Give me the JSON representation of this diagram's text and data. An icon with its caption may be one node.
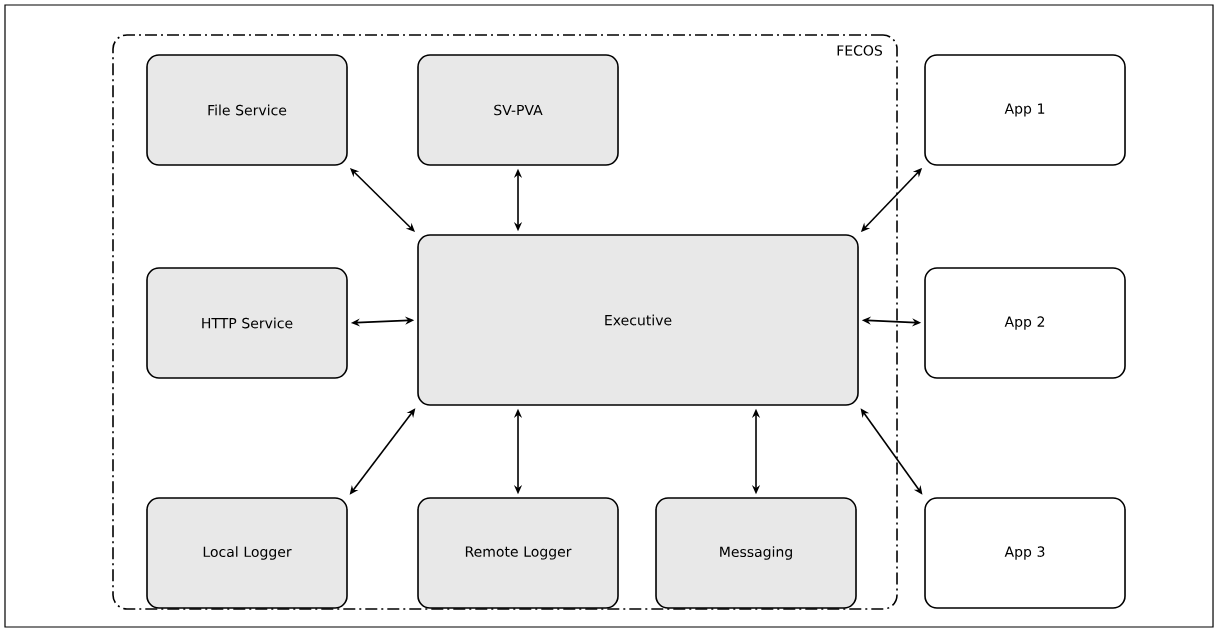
{
  "diagram": {
    "nodes": [
      {
        "text": [
          "FECOS"
        ]
      },
      {
        "text": [
          "File Service"
        ],
        "in": 0
      },
      {
        "text": [
          "SV-PVA"
        ],
        "in": 0
      },
      {
        "text": [
          "App 1"
        ]
      },
      {
        "text": [
          "HTTP Service"
        ],
        "in": 0
      },
      {
        "text": [
          "Executive"
        ],
        "in": 0
      },
      {
        "text": [
          "App 2"
        ]
      },
      {
        "text": [
          "Local Logger"
        ],
        "in": 0
      },
      {
        "text": [
          "Remote Logger"
        ],
        "in": 0
      },
      {
        "text": [
          "Messaging"
        ],
        "in": 0
      },
      {
        "text": [
          "App 3"
        ]
      }
    ],
    "edges": [
      {
        "from": 1,
        "to": 5,
        "arrow": "both"
      },
      {
        "from": 2,
        "to": 5,
        "arrow": "both"
      },
      {
        "from": 3,
        "to": 5,
        "arrow": "both"
      },
      {
        "from": 4,
        "to": 5,
        "arrow": "both"
      },
      {
        "from": 5,
        "to": 6,
        "arrow": "both"
      },
      {
        "from": 7,
        "to": 5,
        "arrow": "both"
      },
      {
        "from": 8,
        "to": 5,
        "arrow": "both"
      },
      {
        "from": 9,
        "to": 5,
        "arrow": "both"
      },
      {
        "from": 10,
        "to": 5,
        "arrow": "both"
      }
    ]
  }
}
